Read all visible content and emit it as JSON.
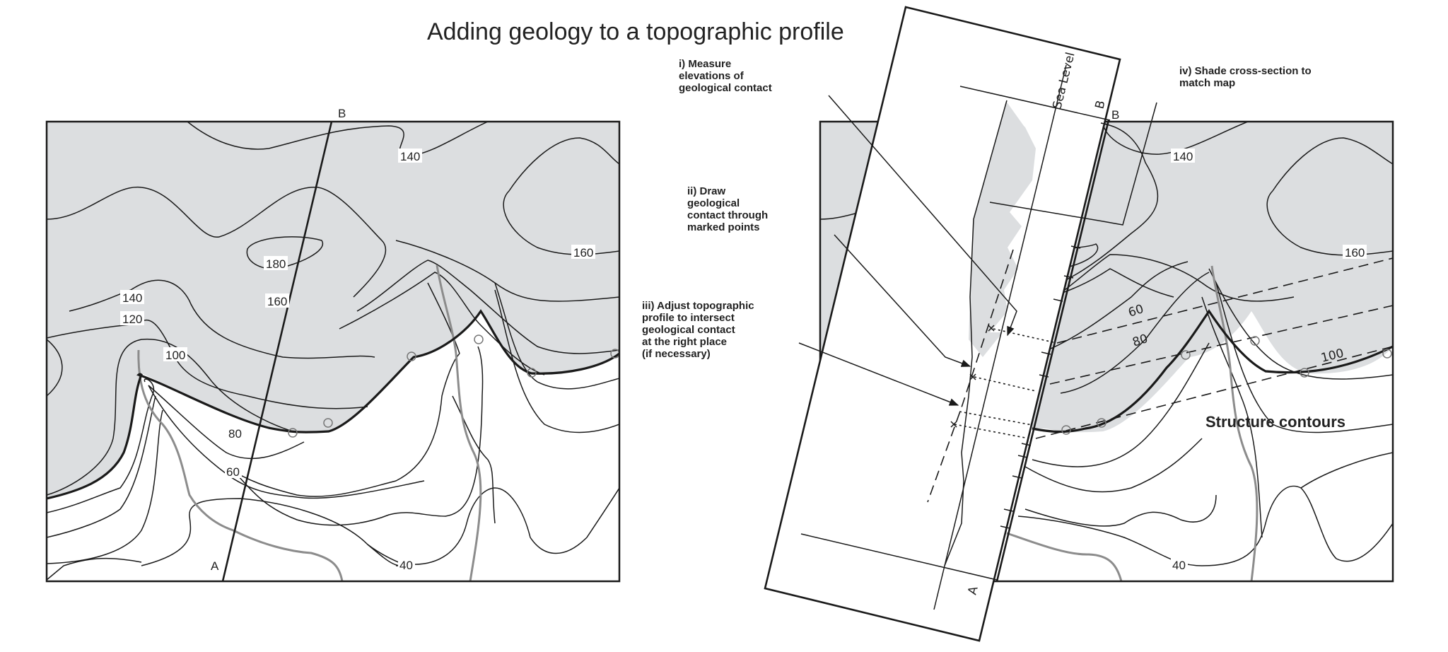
{
  "title": "Adding geology to a topographic profile",
  "steps": [
    {
      "id": "i",
      "text": "i) Measure\nelevations of\ngeological contact"
    },
    {
      "id": "ii",
      "text": "ii) Draw\ngeological\ncontact through\nmarked points"
    },
    {
      "id": "iii",
      "text": "iii) Adjust topographic\nprofile to intersect\ngeological contact\nat the right place\n(if necessary)"
    },
    {
      "id": "iv",
      "text": "iv) Shade cross-section to\nmatch map"
    }
  ],
  "left_map": {
    "section_endpoints": {
      "start": "A",
      "end": "B"
    },
    "contour_labels": [
      "140",
      "180",
      "160",
      "140",
      "120",
      "100",
      "160",
      "80",
      "60",
      "40"
    ]
  },
  "right_map": {
    "section_endpoints": {
      "start": "A",
      "end": "B"
    },
    "contour_labels": [
      "140",
      "160",
      "40"
    ],
    "structure_contour_labels": [
      "60",
      "80",
      "100"
    ],
    "annotation": "Structure contours"
  },
  "profile_strip": {
    "sea_level_label": "Sea Level",
    "end_labels": {
      "top": "B",
      "bottom": "A"
    }
  },
  "colors": {
    "shaded_unit": "#dcdee0",
    "contour": "#1a1a1a",
    "stream": "#8c8c8c",
    "background": "#ffffff"
  }
}
